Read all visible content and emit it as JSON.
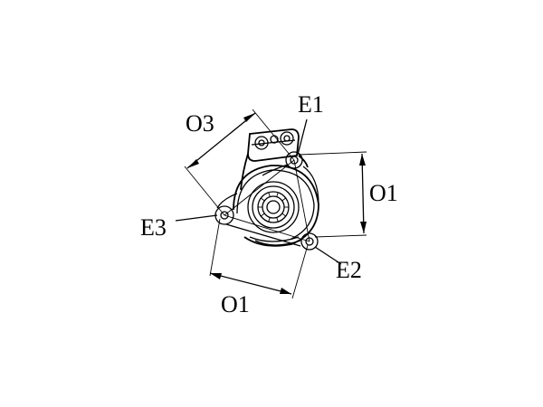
{
  "labels": {
    "e1": "E1",
    "e2": "E2",
    "e3": "E3",
    "o1_right": "O1",
    "o1_bottom": "O1",
    "o3": "O3"
  },
  "colors": {
    "ink": "#000000",
    "background": "#ffffff"
  }
}
